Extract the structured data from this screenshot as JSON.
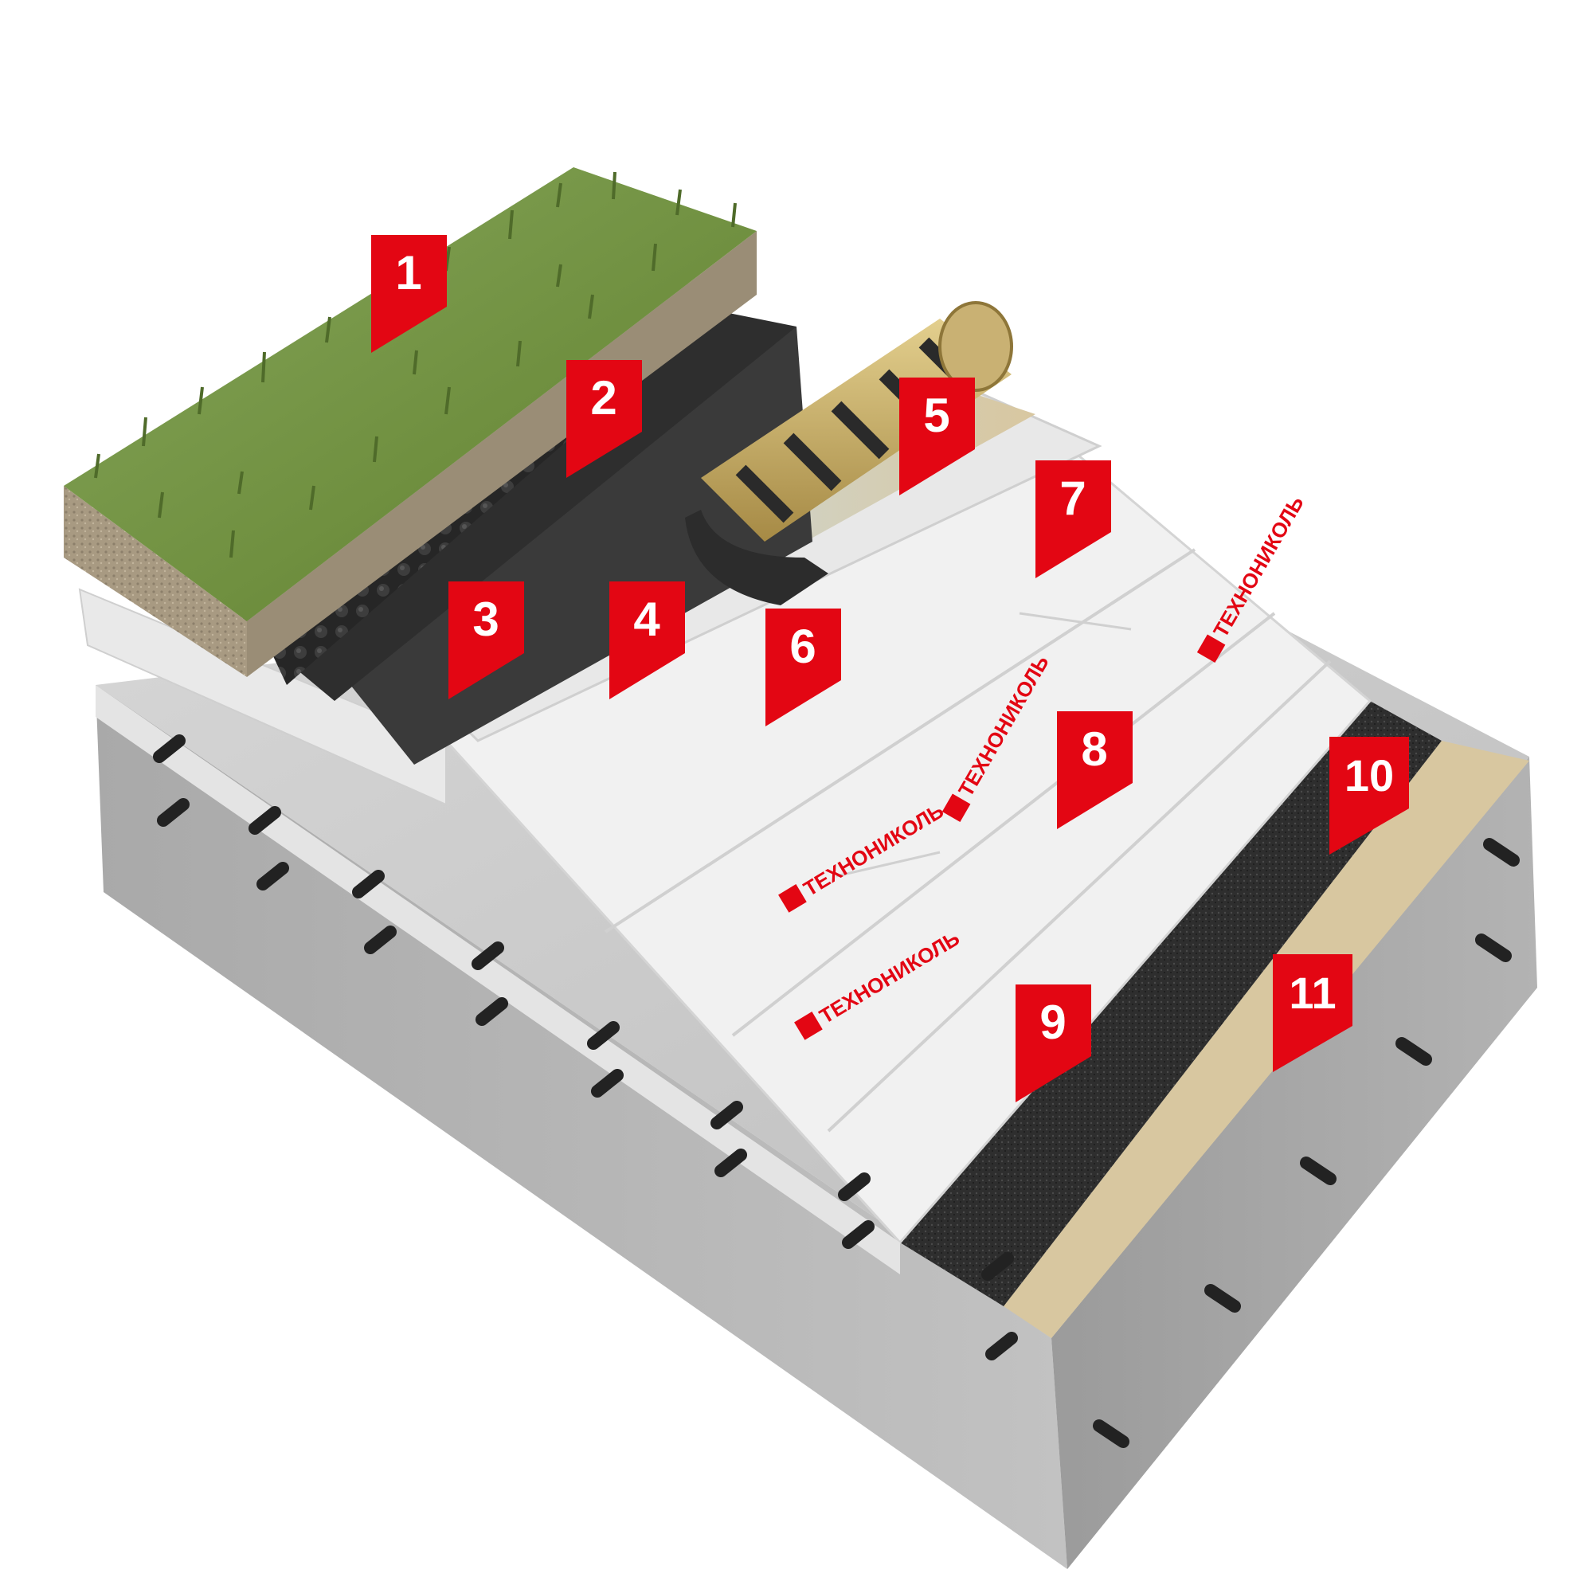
{
  "brand": {
    "name": "ТЕХНОНИКОЛЬ",
    "color": "#e30613"
  },
  "callouts": [
    "1",
    "2",
    "3",
    "4",
    "5",
    "6",
    "7",
    "8",
    "9",
    "10",
    "11"
  ],
  "colors": {
    "marker": "#e30613",
    "marker_text": "#ffffff",
    "concrete": "#bdbdbd",
    "grass": "#6f8f3f",
    "soil": "#a89a82",
    "drainage": "#2a2a2a",
    "membrane": "#3a3a3a",
    "kraft": "#d8c7a0",
    "insulation": "#f2f2f2",
    "filter": "#c9c9c9"
  }
}
